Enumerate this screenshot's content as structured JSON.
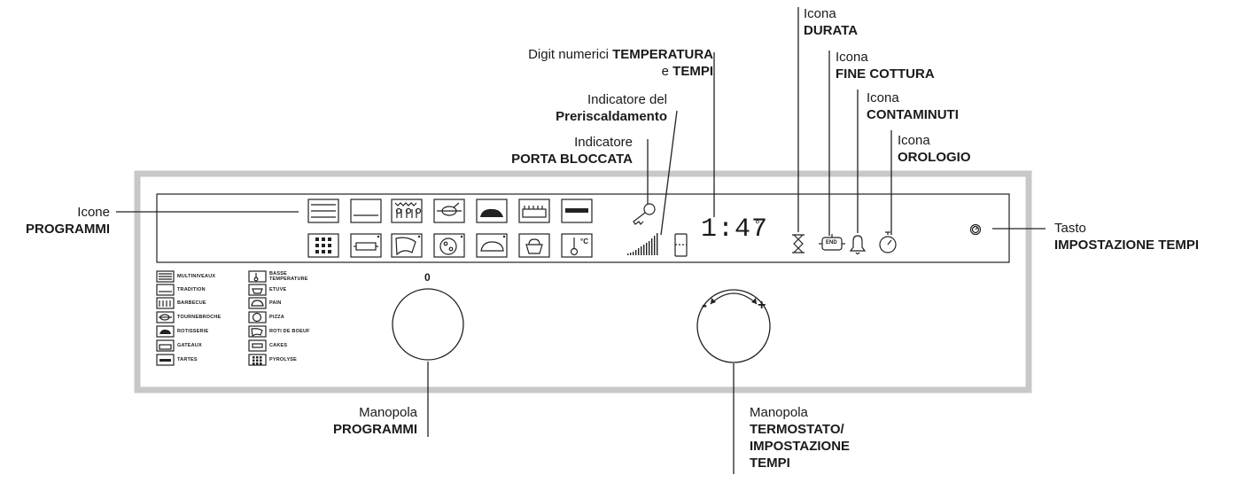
{
  "labels": {
    "digits": {
      "line1": "Digit numerici ",
      "line1_bold": "TEMPERATURA",
      "line2": "e ",
      "line2_bold": "TEMPI"
    },
    "preheat": {
      "line1": "Indicatore del",
      "line2": "Preriscaldamento"
    },
    "door": {
      "line1": "Indicatore",
      "line2": "PORTA BLOCCATA"
    },
    "durata": {
      "line1": "Icona",
      "line2": "DURATA"
    },
    "fine": {
      "line1": "Icona",
      "line2": "FINE COTTURA"
    },
    "conta": {
      "line1": "Icona",
      "line2": "CONTAMINUTI"
    },
    "orologio": {
      "line1": "Icona",
      "line2": "OROLOGIO"
    },
    "programmi_icons": {
      "line1": "Icone",
      "line2": "PROGRAMMI"
    },
    "tasto": {
      "line1": "Tasto",
      "line2": "IMPOSTAZIONE TEMPI"
    },
    "manopola_prog": {
      "line1": "Manopola",
      "line2": "PROGRAMMI"
    },
    "manopola_term": {
      "line1": "Manopola",
      "line2": "TERMOSTATO/",
      "line3": "IMPOSTAZIONE",
      "line4": "TEMPI"
    }
  },
  "knob": {
    "zero": "0",
    "minus": "-",
    "plus": "+"
  },
  "display": {
    "time": "1:47",
    "end_icon_text": "END",
    "unit_mark": "°"
  },
  "legend": {
    "left": [
      "MULTINIVEAUX",
      "TRADITION",
      "BARBECUE",
      "TOURNEBROCHE",
      "ROTISSERIE",
      "GATEAUX",
      "TARTES"
    ],
    "right": [
      "BASSE TEMPERATURE",
      "ETUVE",
      "PAIN",
      "PIZZA",
      "ROTI DE BOEUF",
      "CAKES",
      "PYROLYSE"
    ]
  },
  "icons": {
    "top_row": [
      "multiniveaux-icon",
      "tradition-icon",
      "barbecue-icon",
      "tournebroche-icon",
      "rotisserie-icon",
      "gateaux-icon",
      "tartes-icon"
    ],
    "bottom_row": [
      "pyrolyse-icon",
      "cakes-icon",
      "roti-de-boeuf-icon",
      "pizza-icon",
      "pain-icon",
      "etuve-icon",
      "basse-temperature-icon"
    ]
  }
}
